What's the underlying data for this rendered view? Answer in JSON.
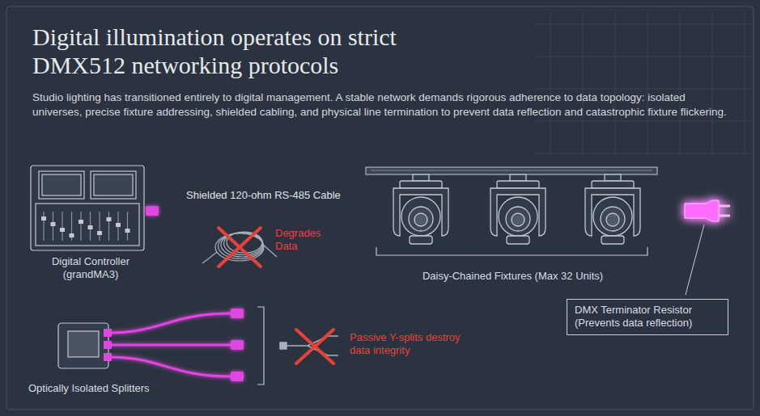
{
  "diagram": {
    "title": "Digital illumination operates on strict DMX512 networking protocols",
    "nodes": [
      {
        "text": [
          "Digital Controller (grandMA3)"
        ]
      },
      {
        "text": [
          "Daisy-Chained Fixtures (Max 32 Units)"
        ]
      },
      {
        "text": [
          "DMX Terminator Resistor (Prevents data reflection)"
        ]
      },
      {
        "text": [
          "Optically Isolated Splitters"
        ]
      }
    ],
    "edges": [
      {
        "from": 0,
        "to": 1,
        "arrow": "none",
        "label": "Shielded 120-ohm RS-485 Cable"
      }
    ],
    "labels": [
      "Studio lighting has transitioned entirely to digital management. A stable network demands rigorous adherence to data topology: isolated universes, precise fixture addressing, shielded cabling, and physical line termination to prevent data reflection and catastrophic fixture flickering.",
      "Degrades Data",
      "Passive Y-splits destroy data integrity"
    ]
  }
}
